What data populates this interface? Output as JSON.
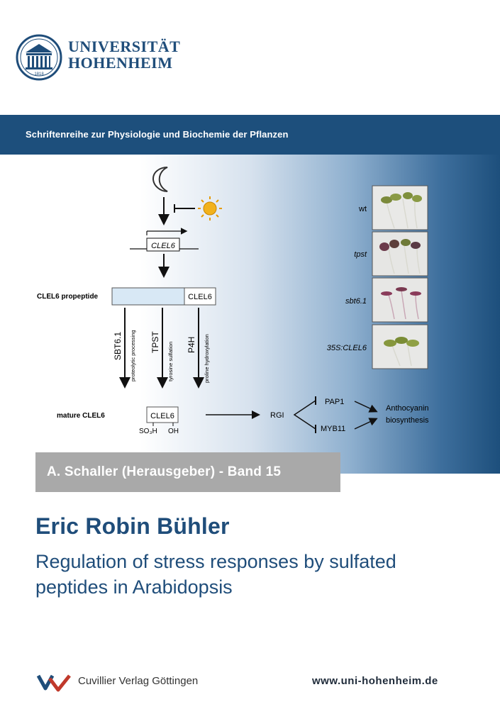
{
  "header": {
    "university_line1": "UNIVERSITÄT",
    "university_line2": "HOHENHEIM",
    "seal_year": "1818"
  },
  "series": {
    "title": "Schriftenreihe zur Physiologie und Biochemie der Pflanzen"
  },
  "figure": {
    "gene_box": "CLEL6",
    "propeptide_label": "CLEL6 propeptide",
    "propeptide_domain": "CLEL6",
    "enzymes": [
      {
        "name": "SBT6.1",
        "process": "proteolytic processing"
      },
      {
        "name": "TPST",
        "process": "tyrosine sulfation"
      },
      {
        "name": "P4H",
        "process": "proline hydroxylation"
      }
    ],
    "mature_label": "mature CLEL6",
    "mature_box": "CLEL6",
    "mods": [
      "SO₃H",
      "OH"
    ],
    "receptor": "RGI",
    "targets": [
      "PAP1",
      "MYB11"
    ],
    "output_line1": "Anthocyanin",
    "output_line2": "biosynthesis",
    "seedlings": [
      "wt",
      "tpst",
      "sbt6.1",
      "35S:CLEL6"
    ]
  },
  "editor": {
    "text": "A. Schaller (Herausgeber) - Band 15"
  },
  "book": {
    "author": "Eric Robin Bühler",
    "title_line1": "Regulation of stress responses by sulfated",
    "title_line2": "peptides in Arabidopsis"
  },
  "footer": {
    "publisher": "Cuvillier Verlag Göttingen",
    "website": "www.uni-hohenheim.de"
  },
  "colors": {
    "brand_blue": "#1d4f7c",
    "banner_gray": "#a9a9a9"
  }
}
